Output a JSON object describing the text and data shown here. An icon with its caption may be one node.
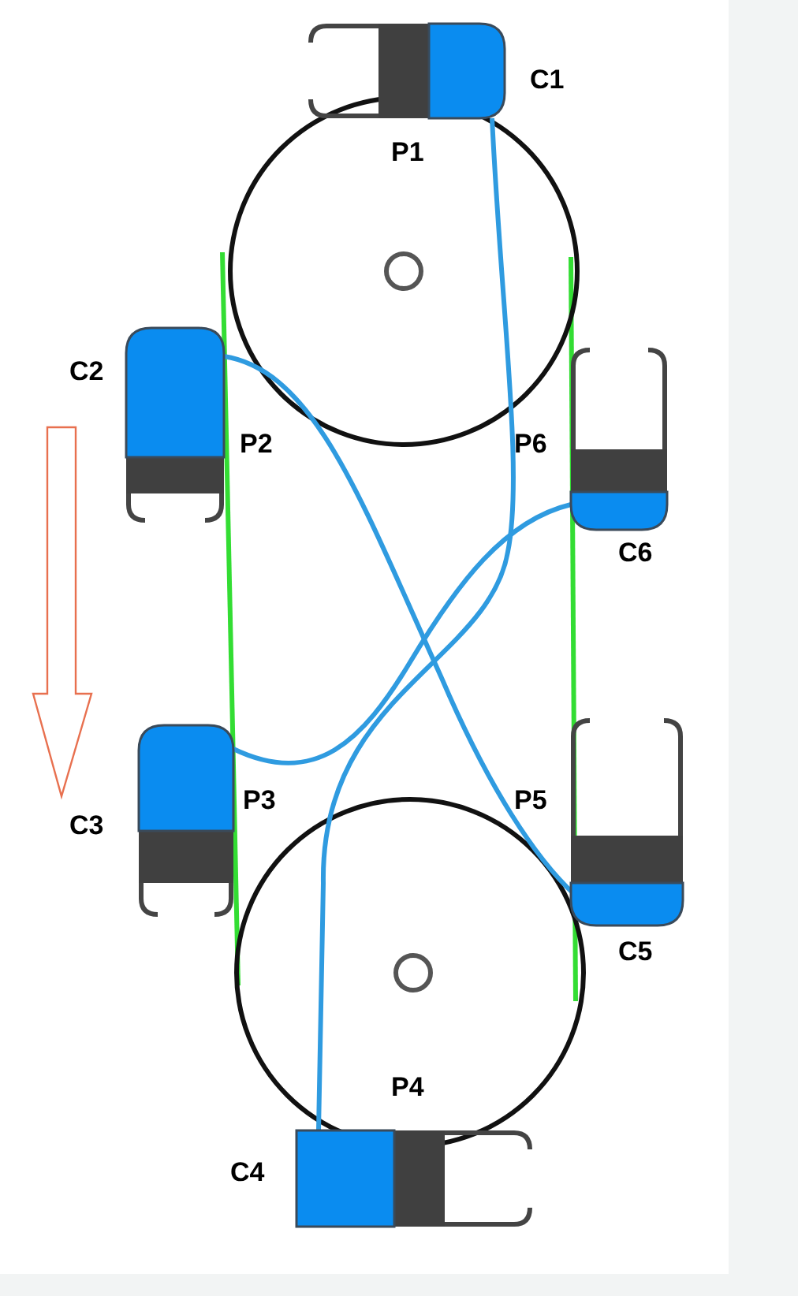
{
  "diagram": {
    "nodes": [
      {
        "text": [],
        "shape": "cylinder",
        "beside": [
          "C1"
        ]
      },
      {
        "text": [],
        "shape": "cylinder",
        "beside": [
          "C2"
        ]
      },
      {
        "text": [],
        "shape": "cylinder",
        "beside": [
          "C6"
        ]
      },
      {
        "text": [],
        "shape": "cylinder",
        "beside": [
          "C3"
        ]
      },
      {
        "text": [],
        "shape": "cylinder",
        "beside": [
          "C5"
        ]
      },
      {
        "text": [],
        "shape": "cylinder",
        "beside": [
          "C4"
        ]
      }
    ],
    "edges": [
      {
        "from": 0,
        "to": 5,
        "arrow": "none"
      },
      {
        "from": 1,
        "to": 4,
        "arrow": "none"
      },
      {
        "from": 3,
        "to": 2,
        "arrow": "none"
      }
    ],
    "labels": [
      "P1",
      "P2",
      "P6",
      "P3",
      "P5",
      "P4"
    ]
  }
}
